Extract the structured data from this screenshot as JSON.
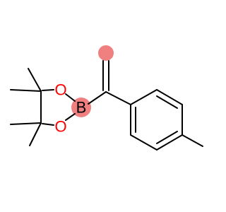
{
  "molecule": {
    "atoms": {
      "O1": "O",
      "O2": "O",
      "B": "B"
    }
  },
  "colors": {
    "bond": "#000000",
    "oxygen": "#ff0000",
    "boron": "#000000",
    "highlight": "#f08080"
  }
}
